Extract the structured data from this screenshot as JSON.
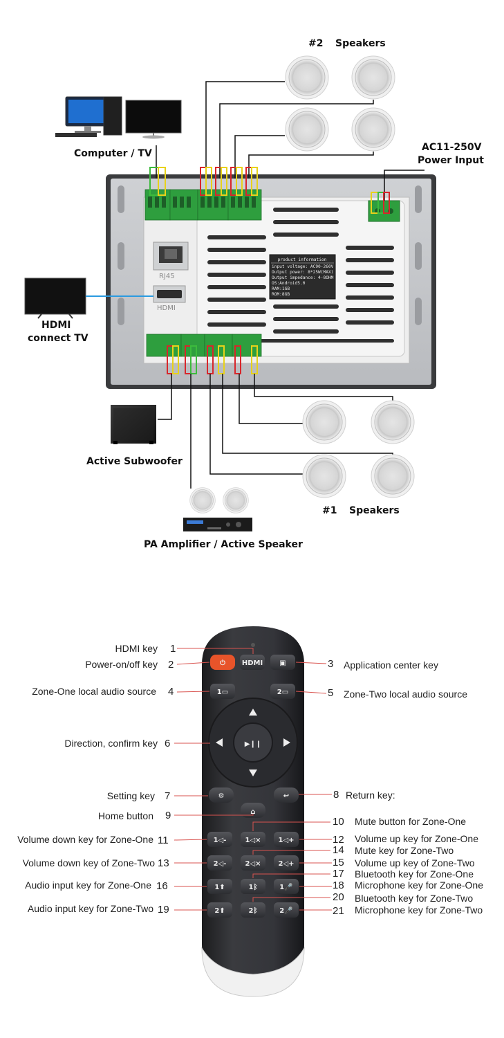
{
  "wiring": {
    "speakers_2_num": "#2",
    "speakers_2_label": "Speakers",
    "computer_tv": "Computer / TV",
    "power_input_line1": "AC11-250V",
    "power_input_line2": "Power Input",
    "hdmi_tv_line1": "HDMI",
    "hdmi_tv_line2": "connect TV",
    "active_subwoofer": "Active Subwoofer",
    "speakers_1_num": "#1",
    "speakers_1_label": "Speakers",
    "pa_amplifier": "PA Amplifier / Active Speaker",
    "rj45": "RJ45",
    "hdmi_port": "HDMI",
    "product_info": {
      "title": "product information",
      "lines": [
        "input voltage: AC90-260V",
        "Output power: 8*25W(MAX)",
        "Output impedance: 4-8OHM",
        "OS:Android5.0",
        "RAM:1GB",
        "ROM:8GB"
      ]
    },
    "colors": {
      "red": "#d8262b",
      "yellow": "#e8d21a",
      "green": "#3dbb3d",
      "blue": "#2a9be0",
      "terminal": "#2e9e3e"
    }
  },
  "remote": {
    "buttons": {
      "power": "⏻",
      "hdmi": "HDMI",
      "apps": "▣",
      "zone1_source": "1▭",
      "zone2_source": "2▭",
      "play_pause": "▶❙❙",
      "setting": "⚙",
      "return": "↩",
      "home": "⌂",
      "z1_voldown": "1◁-",
      "z1_mute": "1◁×",
      "z1_volup": "1◁+",
      "z2_voldown": "2◁-",
      "z2_mute": "2◁×",
      "z2_volup": "2◁+",
      "z1_input": "1⬆",
      "z1_bt": "1ᛒ",
      "z1_mic": "1🎤",
      "z2_input": "2⬆",
      "z2_bt": "2ᛒ",
      "z2_mic": "2🎤"
    },
    "callouts": [
      {
        "num": "1",
        "label": "HDMI key"
      },
      {
        "num": "2",
        "label": "Power-on/off key"
      },
      {
        "num": "3",
        "label": "Application center key"
      },
      {
        "num": "4",
        "label": "Zone-One local audio source"
      },
      {
        "num": "5",
        "label": "Zone-Two local audio source"
      },
      {
        "num": "6",
        "label": "Direction, confirm key"
      },
      {
        "num": "7",
        "label": "Setting key"
      },
      {
        "num": "8",
        "label": "Return key:"
      },
      {
        "num": "9",
        "label": "Home button"
      },
      {
        "num": "10",
        "label": "Mute button for Zone-One"
      },
      {
        "num": "11",
        "label": "Volume down key for Zone-One"
      },
      {
        "num": "12",
        "label": "Volume up key for Zone-One"
      },
      {
        "num": "13",
        "label": "Volume down key of Zone-Two"
      },
      {
        "num": "14",
        "label": "Mute key for Zone-Two"
      },
      {
        "num": "15",
        "label": "Volume up key of Zone-Two"
      },
      {
        "num": "16",
        "label": "Audio input key for Zone-One"
      },
      {
        "num": "17",
        "label": "Bluetooth key for Zone-One"
      },
      {
        "num": "18",
        "label": "Microphone key for Zone-One"
      },
      {
        "num": "19",
        "label": "Audio input key for Zone-Two"
      },
      {
        "num": "20",
        "label": "Bluetooth key for Zone-Two"
      },
      {
        "num": "21",
        "label": "Microphone key for Zone-Two"
      }
    ]
  }
}
